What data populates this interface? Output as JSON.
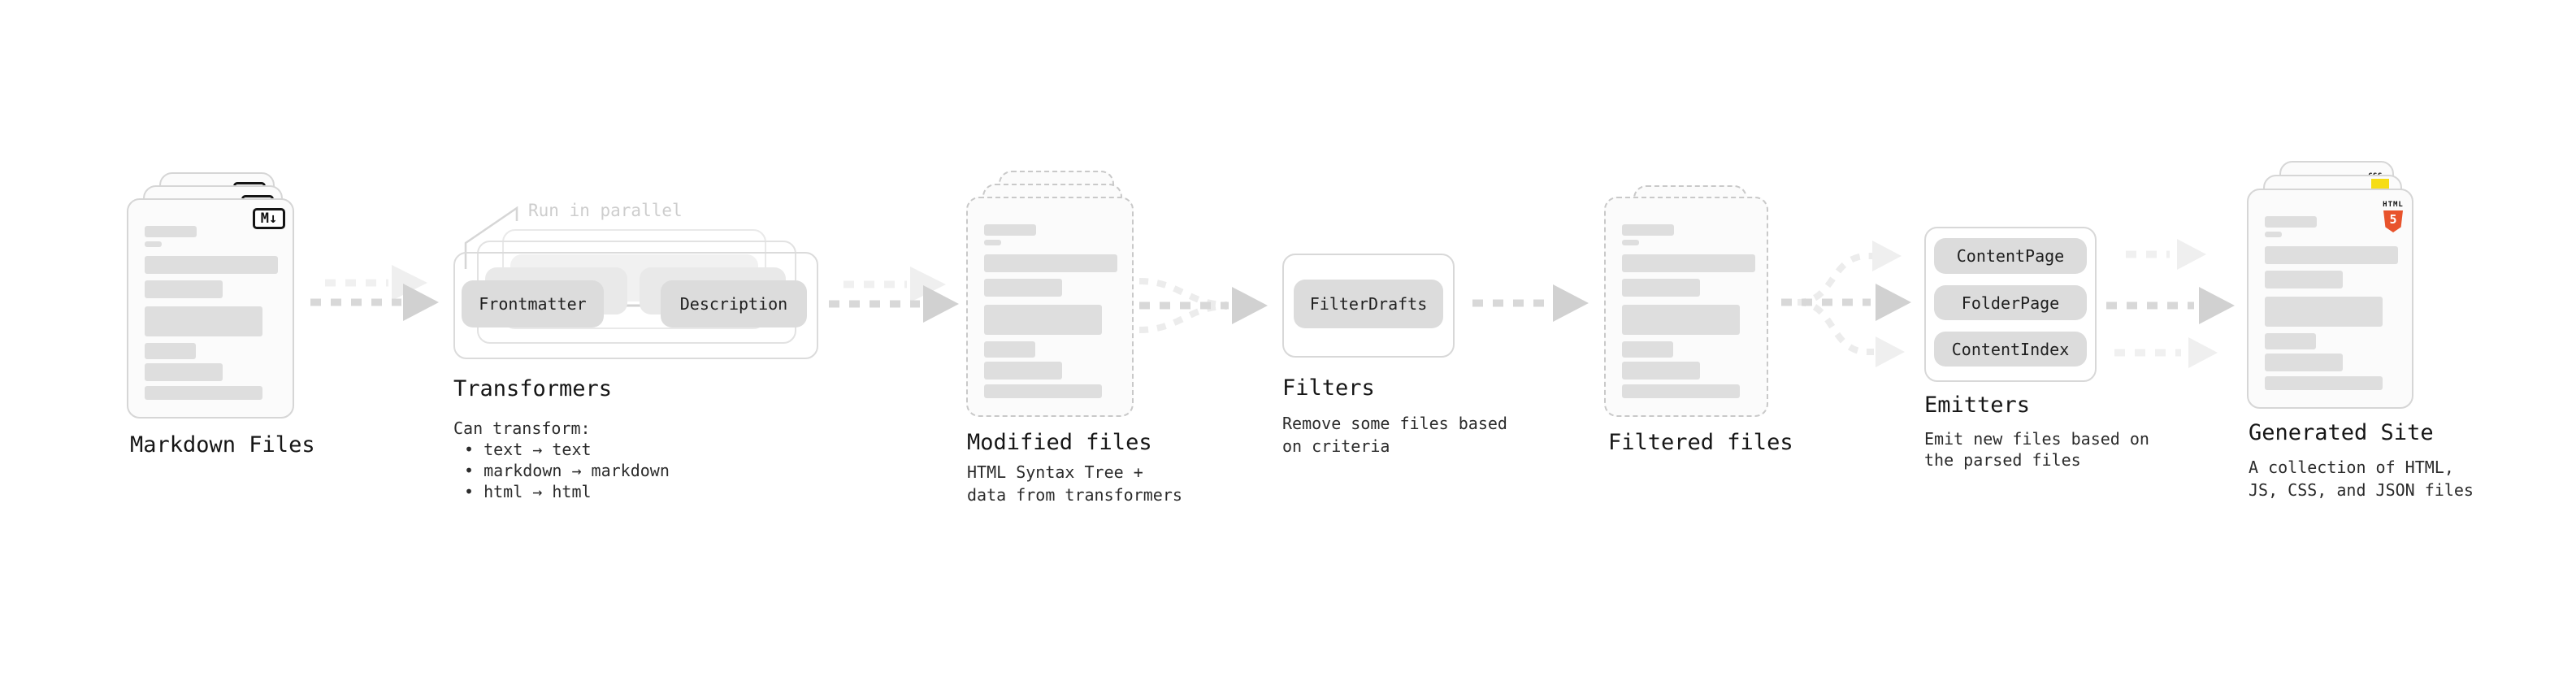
{
  "colors": {
    "arrow_gray": "#d8d8d8",
    "arrow_faint": "#f0f0f0",
    "html5_orange": "#e8532c",
    "js_yellow": "#f6dd15",
    "css_blue": "#2760e6"
  },
  "nodes": {
    "markdown_files": {
      "label": "Markdown Files",
      "badge": "M↓"
    },
    "transformers": {
      "label": "Transformers",
      "annotation": "Run in parallel",
      "button_left": "Frontmatter",
      "button_right": "Description",
      "subtitle": "Can transform:",
      "bullets": [
        "• text → text",
        "• markdown → markdown",
        "• html → html"
      ]
    },
    "modified_files": {
      "label": "Modified files",
      "description": "HTML Syntax Tree +\ndata from transformers"
    },
    "filters": {
      "label": "Filters",
      "button": "FilterDrafts",
      "description": "Remove some files based\non criteria"
    },
    "filtered_files": {
      "label": "Filtered files"
    },
    "emitters": {
      "label": "Emitters",
      "buttons": [
        "ContentPage",
        "FolderPage",
        "ContentIndex"
      ],
      "description": "Emit new files based on\nthe parsed files"
    },
    "generated_site": {
      "label": "Generated Site",
      "description": "A collection of HTML,\nJS, CSS, and JSON files",
      "badge_css": "CSS",
      "badge_html_text": "HTML",
      "badge_html_number": "5"
    }
  }
}
